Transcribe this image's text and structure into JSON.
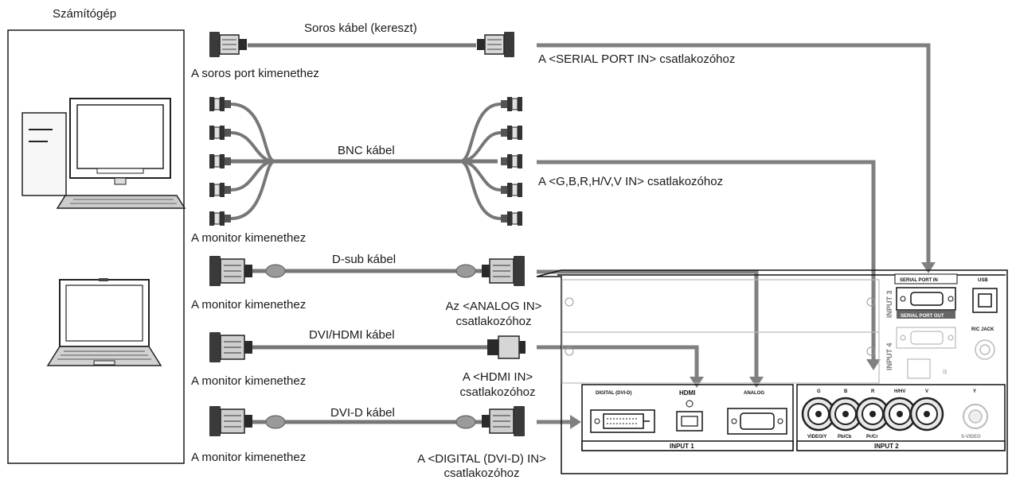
{
  "computer": {
    "title": "Számítógép"
  },
  "cables": {
    "serial": {
      "name": "Soros kábel (kereszt)",
      "source": "A soros port kimenethez",
      "target": "A <SERIAL PORT IN> csatlakozóhoz"
    },
    "bnc": {
      "name": "BNC kábel",
      "source": "A monitor kimenethez",
      "target": "A <G,B,R,H/V,V IN> csatlakozóhoz"
    },
    "dsub": {
      "name": "D-sub kábel",
      "source": "A monitor kimenethez",
      "target_line1": "Az <ANALOG IN>",
      "target_line2": "csatlakozóhoz"
    },
    "dvihdmi": {
      "name": "DVI/HDMI kábel",
      "source": "A monitor kimenethez",
      "target_line1": "A <HDMI IN>",
      "target_line2": "csatlakozóhoz"
    },
    "dvid": {
      "name": "DVI-D kábel",
      "source": "A monitor kimenethez",
      "target_line1": "A <DIGITAL (DVI-D) IN>",
      "target_line2": "csatlakozóhoz"
    }
  },
  "panel": {
    "input3": "INPUT 3",
    "input4": "INPUT 4",
    "serial_port_in": "SERIAL PORT IN",
    "serial_port_out": "SERIAL PORT OUT",
    "usb": "USB",
    "rc_jack": "R/C JACK",
    "digital_dvid": "DIGITAL (DVI-D)",
    "hdmi": "HDMI",
    "analog": "ANALOG",
    "input1": "INPUT 1",
    "input2": "INPUT 2",
    "bnc_top": [
      "G",
      "B",
      "R",
      "H/HV",
      "V"
    ],
    "bnc_bottom": [
      "VIDEO/Y",
      "Pb/Cb",
      "Pr/Cr"
    ],
    "svideo_top": "Y",
    "svideo_bottom": "S-VIDEO"
  }
}
